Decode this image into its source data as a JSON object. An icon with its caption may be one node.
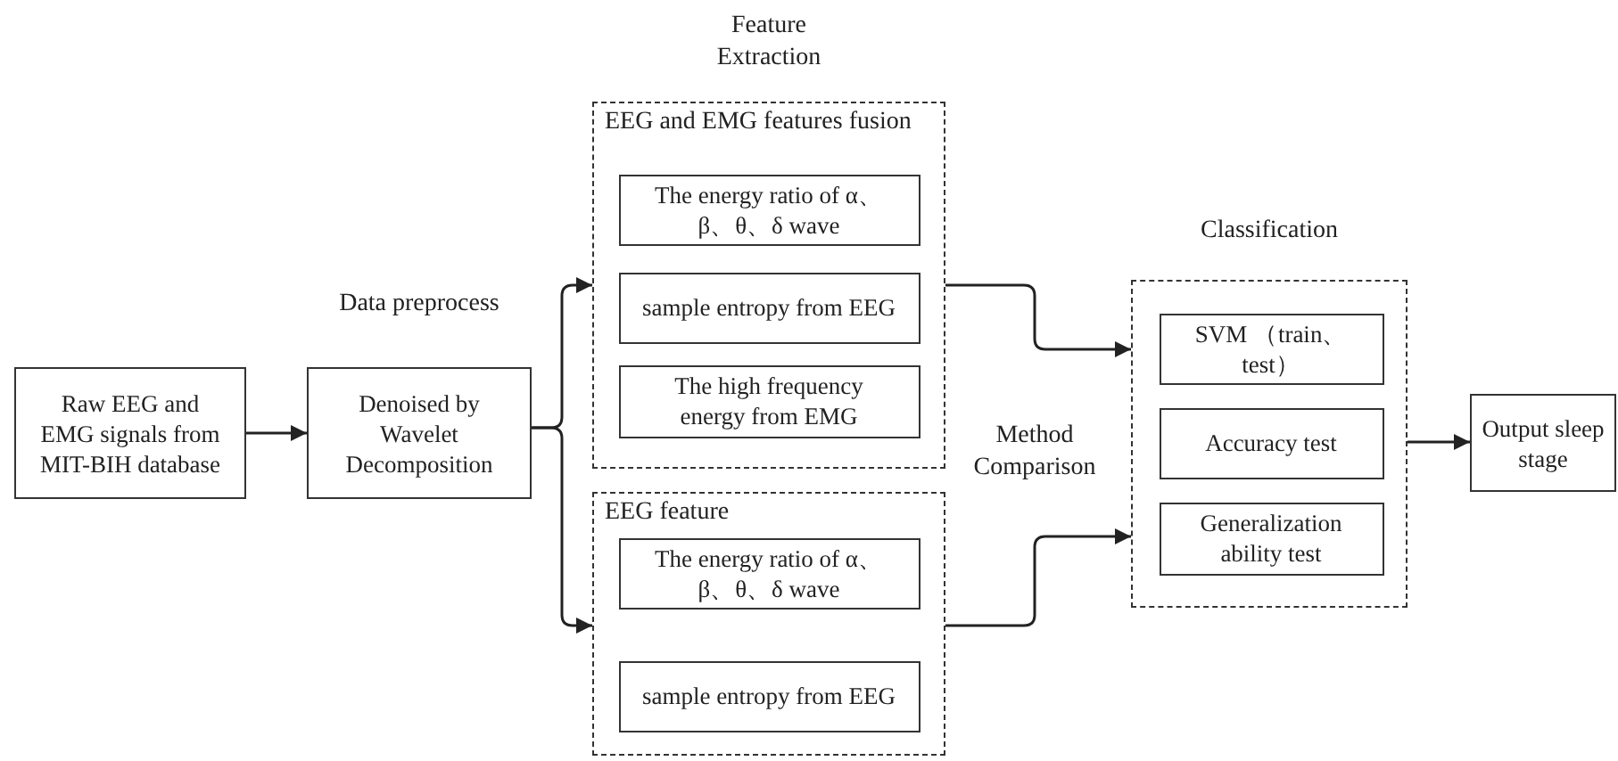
{
  "diagram": {
    "nodes": [
      {
        "text": [
          "Raw EEG and EMG signals from MIT-BIH database"
        ]
      },
      {
        "text": [
          "Denoised by Wavelet Decomposition"
        ],
        "beside": [
          "Data preprocess"
        ]
      },
      {
        "text": [
          "EEG and EMG features fusion"
        ]
      },
      {
        "text": [
          "The energy ratio of α、β、θ、δ wave"
        ],
        "in": 2
      },
      {
        "text": [
          "sample entropy from EEG"
        ],
        "in": 2
      },
      {
        "text": [
          "The high frequency energy from EMG"
        ],
        "in": 2
      },
      {
        "text": [
          "EEG feature"
        ]
      },
      {
        "text": [
          "The energy ratio of α、β、θ、δ wave"
        ],
        "in": 6
      },
      {
        "text": [
          "sample entropy from EEG"
        ],
        "in": 6
      },
      {
        "text": [],
        "shape": "box",
        "beside": [
          "Classification"
        ]
      },
      {
        "text": [
          "SVM （train、test）"
        ],
        "in": 9
      },
      {
        "text": [
          "Accuracy test"
        ],
        "in": 9
      },
      {
        "text": [
          "Generalization ability test"
        ],
        "in": 9
      },
      {
        "text": [
          "Output sleep stage"
        ]
      }
    ],
    "edges": [
      {
        "from": 0,
        "to": 1,
        "arrow": "to"
      },
      {
        "from": 1,
        "to": 2,
        "arrow": "to"
      },
      {
        "from": 1,
        "to": 6,
        "arrow": "to"
      },
      {
        "from": 2,
        "to": 9,
        "arrow": "to"
      },
      {
        "from": 6,
        "to": 9,
        "arrow": "to"
      },
      {
        "from": 9,
        "to": 13,
        "arrow": "to"
      }
    ],
    "labels": [
      "Feature Extraction",
      "Method Comparison"
    ]
  }
}
